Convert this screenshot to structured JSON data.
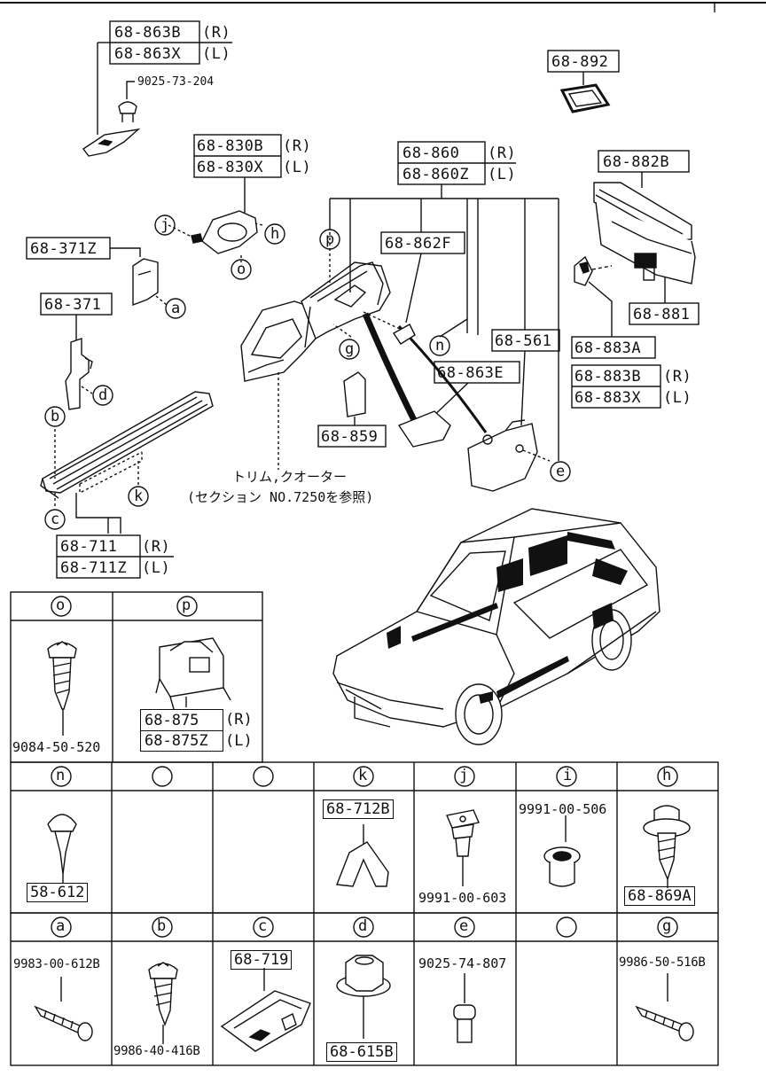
{
  "callouts": {
    "c_68_863B": "68-863B",
    "c_68_863X": "68-863X",
    "c_R1": "(R)",
    "c_L1": "(L)",
    "c_9025_73_204": "9025-73-204",
    "c_68_892": "68-892",
    "c_68_830B": "68-830B",
    "c_68_830X": "68-830X",
    "c_R2": "(R)",
    "c_L2": "(L)",
    "c_68_860": "68-860",
    "c_68_860Z": "68-860Z",
    "c_R3": "(R)",
    "c_L3": "(L)",
    "c_68_882B": "68-882B",
    "c_68_371Z": "68-371Z",
    "c_68_371": "68-371",
    "c_68_862F": "68-862F",
    "c_68_561": "68-561",
    "c_68_863E": "68-863E",
    "c_68_881": "68-881",
    "c_68_883A": "68-883A",
    "c_68_883B": "68-883B",
    "c_68_883X": "68-883X",
    "c_R4": "(R)",
    "c_L4": "(L)",
    "c_68_859": "68-859",
    "c_68_711": "68-711",
    "c_68_711Z": "68-711Z",
    "c_R5": "(R)",
    "c_L5": "(L)",
    "note_line1": "トリム,クオーター",
    "note_line2": "(セクション NO.7250を参照)"
  },
  "letters": {
    "a": "a",
    "b": "b",
    "c": "c",
    "d": "d",
    "e": "e",
    "g": "g",
    "h": "h",
    "j": "j",
    "k": "k",
    "n": "n",
    "o": "o",
    "p": "p"
  },
  "table_top": {
    "col1_letter": "o",
    "col1_part": "9084-50-520",
    "col2_letter": "p",
    "col2_part_r": "68-875",
    "col2_part_l": "68-875Z",
    "col2_r": "(R)",
    "col2_l": "(L)"
  },
  "table_mid": [
    {
      "letter": "n",
      "part": "58-612"
    },
    {
      "letter": "",
      "part": ""
    },
    {
      "letter": "",
      "part": ""
    },
    {
      "letter": "k",
      "part": "68-712B"
    },
    {
      "letter": "j",
      "part": "9991-00-603"
    },
    {
      "letter": "i",
      "part": "9991-00-506"
    },
    {
      "letter": "h",
      "part": "68-869A"
    }
  ],
  "table_bot": [
    {
      "letter": "a",
      "part": "9983-00-612B"
    },
    {
      "letter": "b",
      "part": "9986-40-416B"
    },
    {
      "letter": "c",
      "part": "68-719"
    },
    {
      "letter": "d",
      "part": "68-615B"
    },
    {
      "letter": "e",
      "part": "9025-74-807"
    },
    {
      "letter": "",
      "part": ""
    },
    {
      "letter": "g",
      "part": "9986-50-516B"
    }
  ]
}
